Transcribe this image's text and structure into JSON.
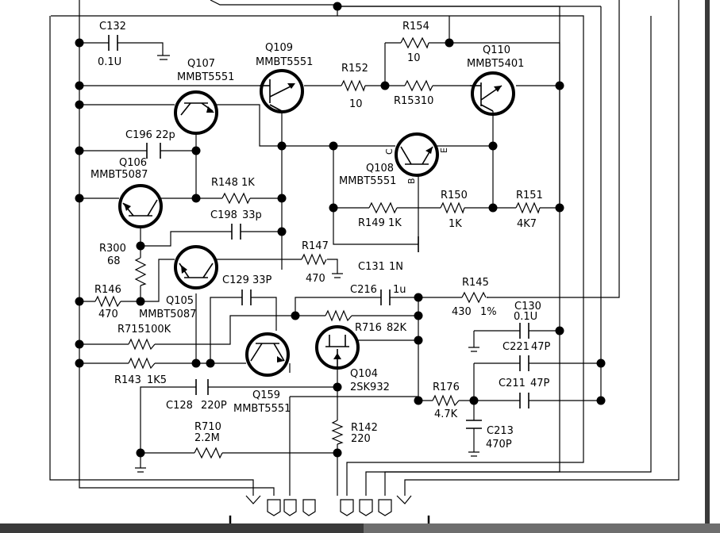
{
  "labels": [
    {
      "id": "c132",
      "text": "C132"
    },
    {
      "id": "c132v",
      "text": "0.1U"
    },
    {
      "id": "q107",
      "text": "Q107"
    },
    {
      "id": "q107t",
      "text": "MMBT5551"
    },
    {
      "id": "q109",
      "text": "Q109"
    },
    {
      "id": "q109t",
      "text": "MMBT5551"
    },
    {
      "id": "r154",
      "text": "R154"
    },
    {
      "id": "r154v",
      "text": "10"
    },
    {
      "id": "q110",
      "text": "Q110"
    },
    {
      "id": "q110t",
      "text": "MMBT5401"
    },
    {
      "id": "r152",
      "text": "R152"
    },
    {
      "id": "r152v",
      "text": "10"
    },
    {
      "id": "r153",
      "text": "R15310"
    },
    {
      "id": "c196",
      "text": "C196"
    },
    {
      "id": "c196v",
      "text": "22p"
    },
    {
      "id": "q106",
      "text": "Q106"
    },
    {
      "id": "q106t",
      "text": "MMBT5087"
    },
    {
      "id": "q108",
      "text": "Q108"
    },
    {
      "id": "q108t",
      "text": "MMBT5551"
    },
    {
      "id": "pinC",
      "text": "C"
    },
    {
      "id": "pinE",
      "text": "E"
    },
    {
      "id": "pinB",
      "text": "B"
    },
    {
      "id": "r148",
      "text": "R148"
    },
    {
      "id": "r148v",
      "text": "1K"
    },
    {
      "id": "c198",
      "text": "C198"
    },
    {
      "id": "c198v",
      "text": "33p"
    },
    {
      "id": "r150",
      "text": "R150"
    },
    {
      "id": "r150v",
      "text": "1K"
    },
    {
      "id": "r151",
      "text": "R151"
    },
    {
      "id": "r151v",
      "text": "4K7"
    },
    {
      "id": "r149",
      "text": "R149"
    },
    {
      "id": "r149v",
      "text": "1K"
    },
    {
      "id": "r300",
      "text": "R300"
    },
    {
      "id": "r300v",
      "text": "68"
    },
    {
      "id": "r147",
      "text": "R147"
    },
    {
      "id": "r147v",
      "text": "470"
    },
    {
      "id": "c131",
      "text": "C131"
    },
    {
      "id": "c131v",
      "text": "1N"
    },
    {
      "id": "r146",
      "text": "R146"
    },
    {
      "id": "r146v",
      "text": "470"
    },
    {
      "id": "q105",
      "text": "Q105"
    },
    {
      "id": "q105t",
      "text": "MMBT5087"
    },
    {
      "id": "c129",
      "text": "C129"
    },
    {
      "id": "c129v",
      "text": "33P"
    },
    {
      "id": "c216",
      "text": "C216"
    },
    {
      "id": "c216v",
      "text": "1u"
    },
    {
      "id": "r145",
      "text": "R145"
    },
    {
      "id": "r145v",
      "text": "430"
    },
    {
      "id": "r145t",
      "text": "1%"
    },
    {
      "id": "c130",
      "text": "C130"
    },
    {
      "id": "c130v",
      "text": "0.1U"
    },
    {
      "id": "r715",
      "text": "R715100K"
    },
    {
      "id": "r716",
      "text": "R716"
    },
    {
      "id": "r716v",
      "text": "82K"
    },
    {
      "id": "c221",
      "text": "C221"
    },
    {
      "id": "c221v",
      "text": "47P"
    },
    {
      "id": "r143",
      "text": "R143"
    },
    {
      "id": "r143v",
      "text": "1K5"
    },
    {
      "id": "q104",
      "text": "Q104"
    },
    {
      "id": "q104t",
      "text": "2SK932"
    },
    {
      "id": "c211",
      "text": "C211"
    },
    {
      "id": "c211v",
      "text": "47P"
    },
    {
      "id": "r176",
      "text": "R176"
    },
    {
      "id": "r176v",
      "text": "4.7K"
    },
    {
      "id": "c128",
      "text": "C128"
    },
    {
      "id": "c128v",
      "text": "220P"
    },
    {
      "id": "q159",
      "text": "Q159"
    },
    {
      "id": "q159t",
      "text": "MMBT5551"
    },
    {
      "id": "c213",
      "text": "C213"
    },
    {
      "id": "c213v",
      "text": "470P"
    },
    {
      "id": "r142",
      "text": "R142"
    },
    {
      "id": "r142v",
      "text": "220"
    },
    {
      "id": "r710",
      "text": "R710"
    },
    {
      "id": "r710v",
      "text": "2.2M"
    }
  ]
}
